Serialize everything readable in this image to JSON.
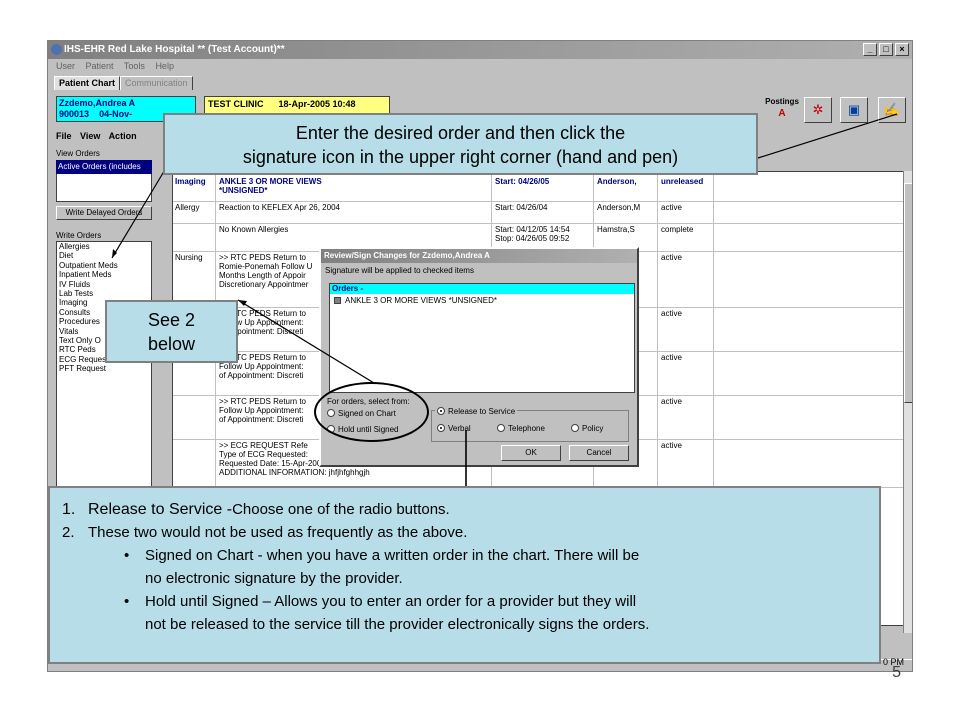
{
  "window": {
    "title": "IHS-EHR Red Lake Hospital ** (Test Account)**",
    "buttons": [
      "_",
      "□",
      "×"
    ]
  },
  "menubar": [
    "User",
    "Patient",
    "Tools",
    "Help"
  ],
  "tabs": [
    {
      "label": "Patient Chart",
      "active": true
    },
    {
      "label": "Communication",
      "active": false
    }
  ],
  "patient": {
    "name": "Zzdemo,Andrea A",
    "hrn": "900013",
    "dob": "04-Nov-"
  },
  "clinic": {
    "name": "TEST CLINIC",
    "date": "18-Apr-2005 10:48"
  },
  "postings": {
    "label": "Postings",
    "flag": "A"
  },
  "toolbar_icons": [
    "cardiogram-icon",
    "notes-icon",
    "sign-hand-pen-icon"
  ],
  "app_menu": [
    "File",
    "View",
    "Action"
  ],
  "view_orders": {
    "label": "View Orders",
    "active_item": "Active Orders (includes"
  },
  "write_delayed_label": "Write Delayed Orders",
  "write_orders": {
    "label": "Write Orders",
    "items": [
      "Allergies",
      "Diet",
      "Outpatient Meds",
      "Inpatient Meds",
      "IV Fluids",
      "Lab Tests",
      "Imaging",
      "Consults",
      "Procedures",
      "Vitals",
      "Text Only O",
      "RTC Peds",
      "ECG Request",
      "PFT Request"
    ]
  },
  "orders": [
    {
      "service": "Imaging",
      "order": "ANKLE 3 OR MORE VIEWS",
      "order2": "*UNSIGNED*",
      "start": "Start: 04/26/05",
      "stop": "",
      "provider": "Anderson,",
      "status": "unreleased"
    },
    {
      "service": "Allergy",
      "order": "Reaction to KEFLEX Apr 26, 2004",
      "order2": "",
      "start": "Start: 04/26/04",
      "stop": "",
      "provider": "Anderson,M",
      "status": "active"
    },
    {
      "service": "",
      "order": "No Known Allergies",
      "order2": "",
      "start": "Start: 04/12/05 14:54",
      "stop": "Stop: 04/26/05 09:52",
      "provider": "Hamstra,S",
      "status": "complete"
    },
    {
      "service": "Nursing",
      "order": ">> RTC PEDS Return to",
      "order2": "Romie-Ponemah Follow U",
      "order3": "Months Length of Appoir",
      "order4": "Discretionary Appointmer",
      "start": "",
      "stop": "",
      "provider": "",
      "status": "active"
    },
    {
      "service": "",
      "order": ">> RTC PEDS Return to",
      "order2": "Follow Up Appointment:",
      "order3": "of Appointment: Discreti",
      "order4": "",
      "start": "",
      "stop": "",
      "provider": "",
      "status": "active"
    },
    {
      "service": "",
      "order": ">> RTC PEDS Return to",
      "order2": "Follow Up Appointment:",
      "order3": "of Appointment: Discreti",
      "order4": "",
      "start": "",
      "stop": "",
      "provider": "",
      "status": "active"
    },
    {
      "service": "",
      "order": ">> RTC PEDS Return to",
      "order2": "Follow Up Appointment:",
      "order3": "of Appointment: Discreti",
      "order4": "",
      "start": "",
      "stop": "",
      "provider": "",
      "status": "active"
    },
    {
      "service": "",
      "order": ">> ECG REQUEST Refe",
      "order2": "Type of ECG Requested:",
      "order3": "Requested Date: 15-Apr-2005",
      "order4": "ADDITIONAL INFORMATION: jhfjhfghhgjh",
      "start": "",
      "stop": "",
      "provider": "",
      "status": "active"
    }
  ],
  "dialog": {
    "title": "Review/Sign Changes for Zzdemo,Andrea A",
    "note": "Signature will be applied to checked items",
    "orders_header": "Orders -",
    "order_item": "ANKLE 3 OR MORE VIEWS *UNSIGNED*",
    "for_orders_label": "For orders, select from:",
    "signed_on_chart": "Signed on Chart",
    "hold_until_signed": "Hold until Signed",
    "release_to_service": "Release to Service",
    "verbal": "Verbal",
    "telephone": "Telephone",
    "policy": "Policy",
    "ok": "OK",
    "cancel": "Cancel"
  },
  "clock": "0 PM",
  "callouts": {
    "top": {
      "line1": "Enter the desired order and then click the",
      "line2": "signature icon in the upper right corner (hand and pen)"
    },
    "see": {
      "line1": "See 2",
      "line2": "below"
    },
    "bottom": {
      "item1_num": "1.",
      "item1_lead": "Release to Service -",
      "item1_rest": "Choose one of the radio buttons.",
      "item2_num": "2.",
      "item2": "These two would not be used as frequently as the above.",
      "bullet1_line1": "Signed on Chart - when you have a written order in the chart.  There will be",
      "bullet1_line2": "no electronic signature by the provider.",
      "bullet2_line1": "Hold until Signed – Allows you to enter an order for a provider but they will",
      "bullet2_line2": "not be released to the service till the provider electronically signs the orders.",
      "bullet_char": "•"
    }
  },
  "slide_number": "5",
  "colors": {
    "callout_bg": "#b7dde8",
    "patient_bg": "#00ffff",
    "clinic_bg": "#ffff80",
    "imaging_text": "#000080"
  }
}
